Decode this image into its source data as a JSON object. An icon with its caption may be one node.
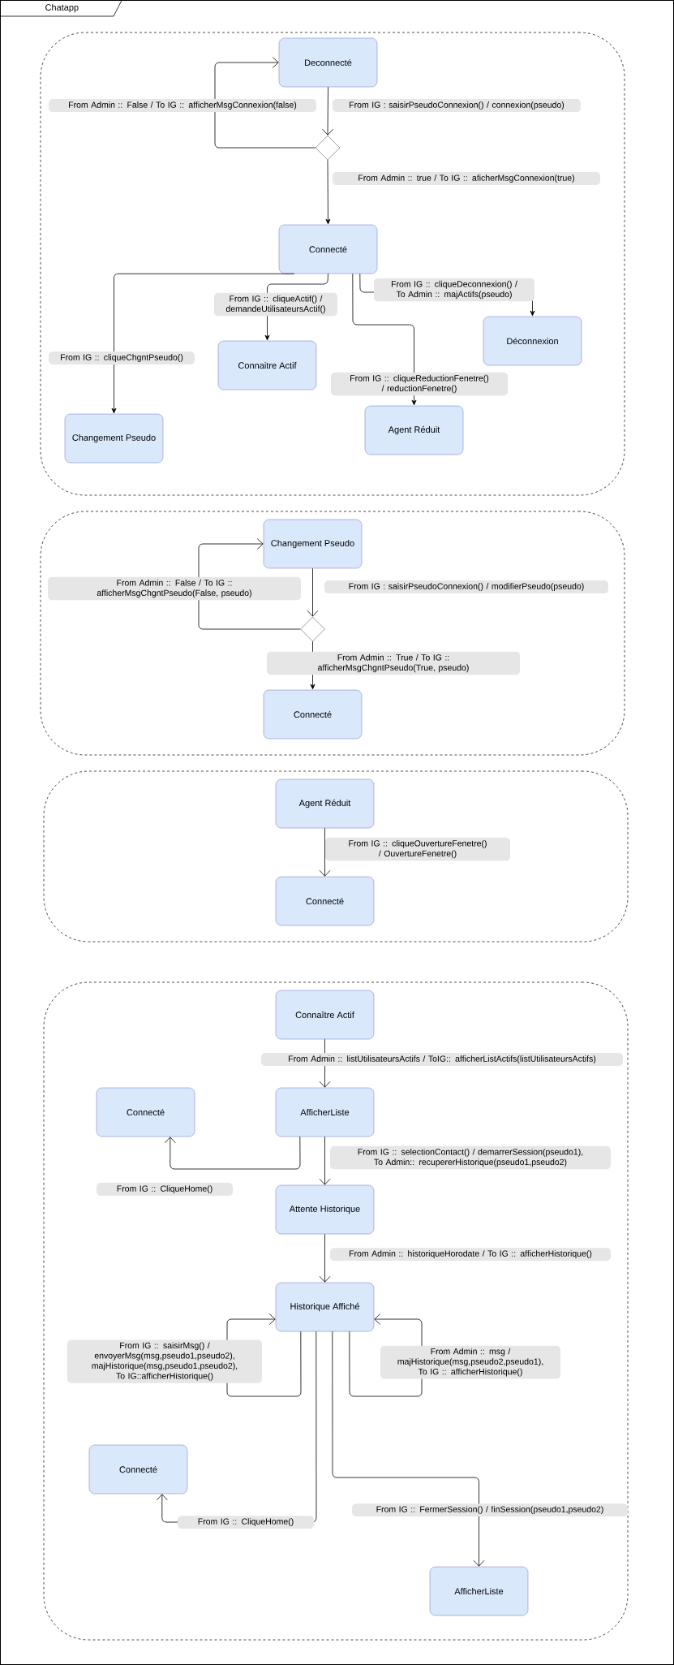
{
  "diagram": {
    "title": "Chatapp",
    "nodes": [
      {
        "text": [],
        "shape": "box"
      },
      {
        "text": [
          "Deconnecté"
        ],
        "in": 0
      },
      {
        "text": [],
        "shape": "diamond",
        "in": 0
      },
      {
        "text": [
          "Connecté"
        ],
        "in": 0
      },
      {
        "text": [
          "Déconnexion"
        ],
        "in": 0
      },
      {
        "text": [
          "Connaitre Actif"
        ],
        "in": 0
      },
      {
        "text": [
          "Agent Réduit"
        ],
        "in": 0
      },
      {
        "text": [
          "Changement Pseudo"
        ],
        "in": 0
      },
      {
        "text": [],
        "shape": "box"
      },
      {
        "text": [
          "Changement Pseudo"
        ],
        "in": 8
      },
      {
        "text": [],
        "shape": "diamond",
        "in": 8
      },
      {
        "text": [
          "Connecté"
        ],
        "in": 8
      },
      {
        "text": [],
        "shape": "box"
      },
      {
        "text": [
          "Agent Réduit"
        ],
        "in": 12
      },
      {
        "text": [
          "Connecté"
        ],
        "in": 12
      },
      {
        "text": [],
        "shape": "box"
      },
      {
        "text": [
          "Connaître Actif"
        ],
        "in": 15
      },
      {
        "text": [
          "Connecté"
        ],
        "in": 15
      },
      {
        "text": [
          "AfficherListe"
        ],
        "in": 15
      },
      {
        "text": [
          "Attente Historique"
        ],
        "in": 15
      },
      {
        "text": [
          "Historique Affiché"
        ],
        "in": 15
      },
      {
        "text": [
          "Connecté"
        ],
        "in": 15
      },
      {
        "text": [
          "AfficherListe"
        ],
        "in": 15
      }
    ],
    "edges": [
      {
        "from": 1,
        "to": 2,
        "arrow": "to",
        "label": "From IG : saisirPseudoConnexion() / connexion(pseudo)"
      },
      {
        "from": 2,
        "to": 1,
        "arrow": "to",
        "label": "From Admin :: False  / To IG :: afficherMsgConnexion(false)"
      },
      {
        "from": 2,
        "to": 3,
        "arrow": "to",
        "label": "From Admin :: true  / To IG :: aficherMsgConnexion(true)"
      },
      {
        "from": 3,
        "to": 7,
        "arrow": "to",
        "label": "From IG :: cliqueChgntPseudo()"
      },
      {
        "from": 3,
        "to": 5,
        "arrow": "to",
        "label": "From IG :: cliqueActif() / demandeUtilisateursActif()"
      },
      {
        "from": 3,
        "to": 6,
        "arrow": "to",
        "label": "From IG :: cliqueReductionFenetre() / reductionFenetre()"
      },
      {
        "from": 3,
        "to": 4,
        "arrow": "to",
        "label": "From IG :: cliqueDeconnexion() / To Admin :: majActifs(pseudo)"
      },
      {
        "from": 9,
        "to": 10,
        "arrow": "to",
        "label": "From IG : saisirPseudoConnexion() / modifierPseudo(pseudo)"
      },
      {
        "from": 10,
        "to": 9,
        "arrow": "to",
        "label": "From Admin :: False / To IG :: afficherMsgChgntPseudo(False, pseudo)"
      },
      {
        "from": 10,
        "to": 11,
        "arrow": "to",
        "label": "From Admin :: True / To IG :: afficherMsgChgntPseudo(True, pseudo)"
      },
      {
        "from": 13,
        "to": 14,
        "arrow": "to",
        "label": "From IG :: cliqueOuvertureFenetre() / OuvertureFenetre()"
      },
      {
        "from": 16,
        "to": 18,
        "arrow": "to",
        "label": "From Admin :: listUtilisateursActifs / ToIG:: afficherListActifs(listUtilisateursActifs)"
      },
      {
        "from": 18,
        "to": 17,
        "arrow": "to",
        "label": "From IG :: CliqueHome()"
      },
      {
        "from": 18,
        "to": 19,
        "arrow": "to",
        "label": "From IG :: selectionContact() / demarrerSession(pseudo1), To Admin:: recupererHistorique(pseudo1,pseudo2)"
      },
      {
        "from": 19,
        "to": 20,
        "arrow": "to",
        "label": "From Admin :: historiqueHorodate / To IG :: afficherHistorique()"
      },
      {
        "from": 20,
        "to": 20,
        "arrow": "to",
        "label": "From IG :: saisirMsg() / envoyerMsg(msg,pseudo1,pseudo2), majHistorique(msg,pseudo1,pseudo2), To IG::afficherHistorique()"
      },
      {
        "from": 20,
        "to": 20,
        "arrow": "to",
        "label": "From Admin :: msg / majHistorique(msg,pseudo2,pseudo1), To IG :: afficherHistorique()"
      },
      {
        "from": 20,
        "to": 21,
        "arrow": "to",
        "label": "From IG :: CliqueHome()"
      },
      {
        "from": 20,
        "to": 22,
        "arrow": "to",
        "label": "From IG :: FermerSession() / finSession(pseudo1,pseudo2)"
      }
    ]
  }
}
